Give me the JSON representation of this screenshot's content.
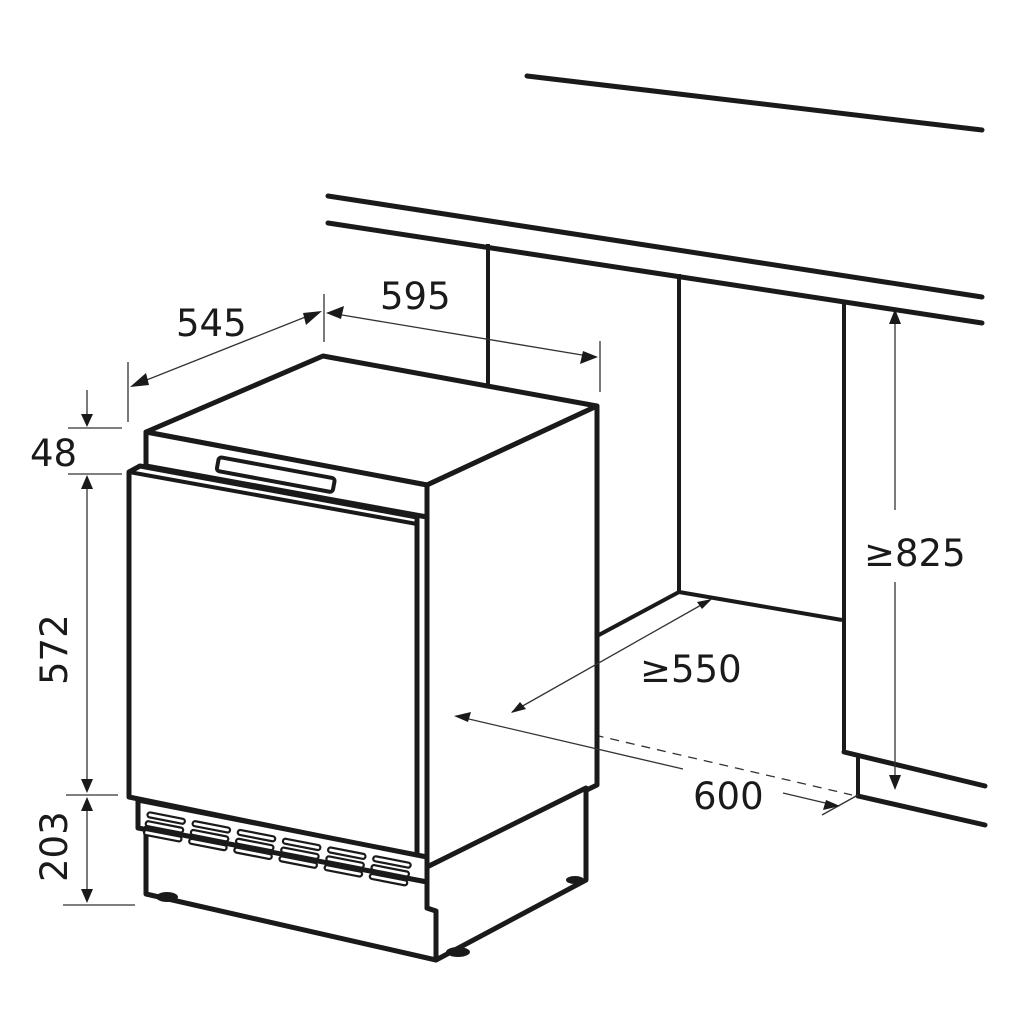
{
  "diagram": {
    "type": "installation-dimension-drawing",
    "subject": "built-under appliance in kitchen cabinet niche",
    "units": "mm",
    "colors": {
      "line": "#1a1a1a",
      "background": "#ffffff"
    },
    "dimensions": {
      "depth": {
        "label": "545"
      },
      "width": {
        "label": "595"
      },
      "top_height": {
        "label": "48"
      },
      "door_height": {
        "label": "572"
      },
      "plinth_height": {
        "label": "203"
      },
      "niche_height": {
        "label": "≥825"
      },
      "niche_depth": {
        "label": "≥550"
      },
      "niche_width": {
        "label": "600"
      }
    }
  }
}
